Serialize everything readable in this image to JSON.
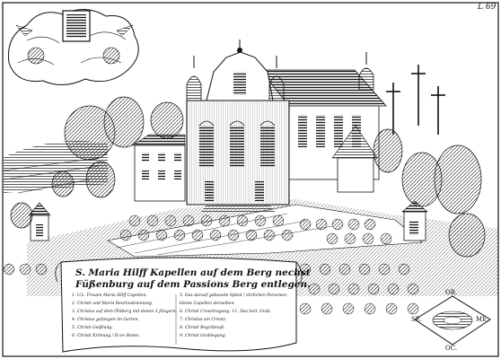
{
  "page_number": "L 69",
  "cartouche": {
    "title_line_1": "S. Maria Hilff Kapellen auf dem Berg nechst",
    "title_line_2": "Füßenburg auf dem Passions Berg entlegen.",
    "legend_left": [
      "1. U.L. Frauen Maria Hilff Capellen.",
      "2. Christi und Maria Beurlaubnemung.",
      "3. Christus auf dem Öhlberg mit denen 3 Jüngern.",
      "4. Christus gefangen im Garten.",
      "5. Christi Geißlung.",
      "6. Christi Krönung / Ecce Homo."
    ],
    "legend_right": [
      "5. Das darauf gebauete Spital / ehrlichen Personen.",
      "kleine Capellen derselben.",
      "6. Christi Creuztragung.  11. Das heil. Grab.",
      "7. Christus am Creutz.",
      "8. Christi Begräbnuß.",
      "9. Christi Grablegung."
    ]
  },
  "compass": {
    "north": "OR.",
    "south": "OC.",
    "west": "SE.",
    "east": "ME."
  },
  "colors": {
    "ink": "#111111",
    "paper": "#ffffff"
  }
}
